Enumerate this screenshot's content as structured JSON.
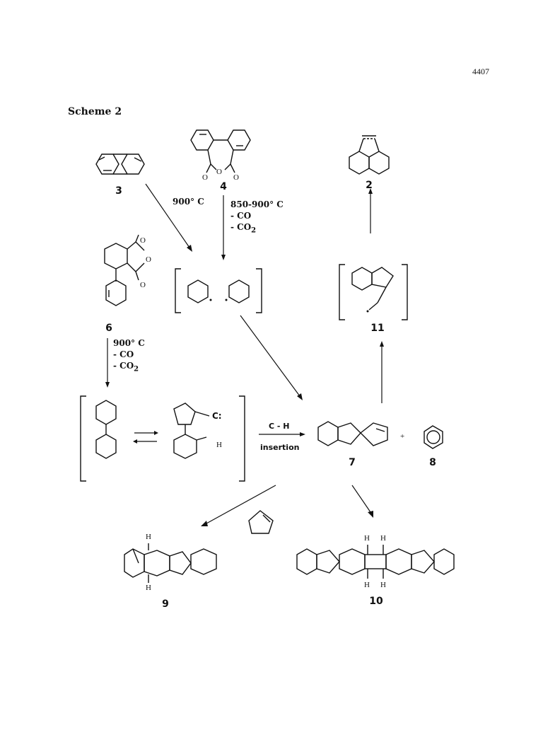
{
  "page": {
    "number": "4407",
    "scheme_title": "Scheme 2"
  },
  "compounds": {
    "c3": "3",
    "c4": "4",
    "c2": "2",
    "c6": "6",
    "c11": "11",
    "c7": "7",
    "c8": "8",
    "c9": "9",
    "c10": "10"
  },
  "conditions": {
    "r3": "900° C",
    "r4_temp": "850-900° C",
    "r4_loss1": "- CO",
    "r4_loss2": "- CO",
    "r4_loss2_sub": "2",
    "r6_temp": "900° C",
    "r6_loss1": "- CO",
    "r6_loss2": "- CO",
    "r6_loss2_sub": "2",
    "ch_line1": "C - H",
    "ch_line2": "insertion",
    "plus": "+"
  },
  "atom_labels": {
    "o": "O",
    "h": "H",
    "carbene": "C:"
  }
}
